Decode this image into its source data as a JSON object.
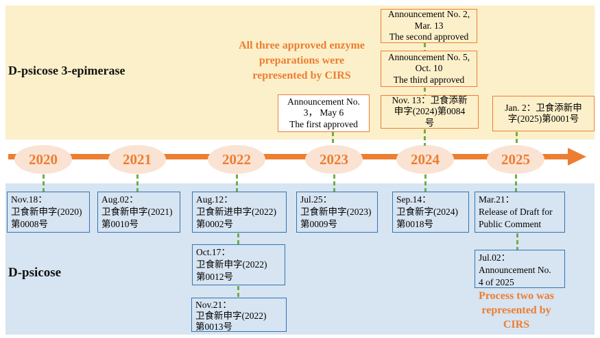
{
  "sections": {
    "enzyme": {
      "title": "D-psicose 3-epimerase",
      "note": [
        "All three approved enzyme",
        "preparations were",
        "represented by CIRS"
      ]
    },
    "psicose": {
      "title": "D-psicose",
      "note": [
        "Process two was",
        "represented by",
        "CIRS"
      ]
    }
  },
  "timeline": {
    "years": [
      "2020",
      "2021",
      "2022",
      "2023",
      "2024",
      "2025"
    ]
  },
  "top_events": [
    {
      "name": "second-approved",
      "lines": [
        "Announcement No. 2,",
        "Mar. 13",
        "The second approved"
      ]
    },
    {
      "name": "third-approved",
      "lines": [
        "Announcement No. 5,",
        "Oct. 10",
        "The third approved"
      ]
    },
    {
      "name": "first-approved",
      "lines": [
        "Announcement No.",
        "3， May 6",
        "The first approved"
      ]
    },
    {
      "name": "application-2024-0084",
      "lines": [
        "Nov. 13：卫食添新",
        "申字(2024)第0084",
        "号"
      ]
    },
    {
      "name": "application-2025-0001",
      "lines": [
        "Jan. 2：卫食添新申",
        "字(2025)第0001号"
      ]
    }
  ],
  "bottom_events": [
    {
      "name": "application-2020-0008",
      "lines": [
        "Nov.18：",
        "卫食新申字(2020)",
        "第0008号"
      ]
    },
    {
      "name": "application-2021-0010",
      "lines": [
        "Aug.02：",
        "卫食新申字(2021)",
        "第0010号"
      ]
    },
    {
      "name": "application-2022-0002",
      "lines": [
        "Aug.12：",
        "卫食新进申字(2022)",
        "第0002号"
      ]
    },
    {
      "name": "application-2023-0009",
      "lines": [
        "Jul.25：",
        "卫食新申字(2023)",
        "第0009号"
      ]
    },
    {
      "name": "application-2024-0018",
      "lines": [
        "Sep.14：",
        "卫食新字(2024)",
        "第0018号"
      ]
    },
    {
      "name": "draft-public-comment",
      "lines": [
        "Mar.21：",
        "Release of Draft for",
        "Public Comment"
      ]
    },
    {
      "name": "application-2022-0012",
      "lines": [
        "Oct.17：",
        "卫食新申字(2022)",
        "第0012号"
      ]
    },
    {
      "name": "application-2022-0013",
      "lines": [
        "Nov.21：",
        "卫食新申字(2022)",
        "第0013号"
      ]
    },
    {
      "name": "announcement-4-2025",
      "lines": [
        "Jul.02：",
        "Announcement No.",
        "4 of 2025"
      ]
    }
  ],
  "colors": {
    "accent_orange": "#ED7D31",
    "band_yellow": "#FCF0CA",
    "band_blue": "#D7E4F1",
    "box_blue_border": "#2E75B6",
    "connector_green": "#6FAD47",
    "ellipse_peach": "#FAE3D3"
  }
}
